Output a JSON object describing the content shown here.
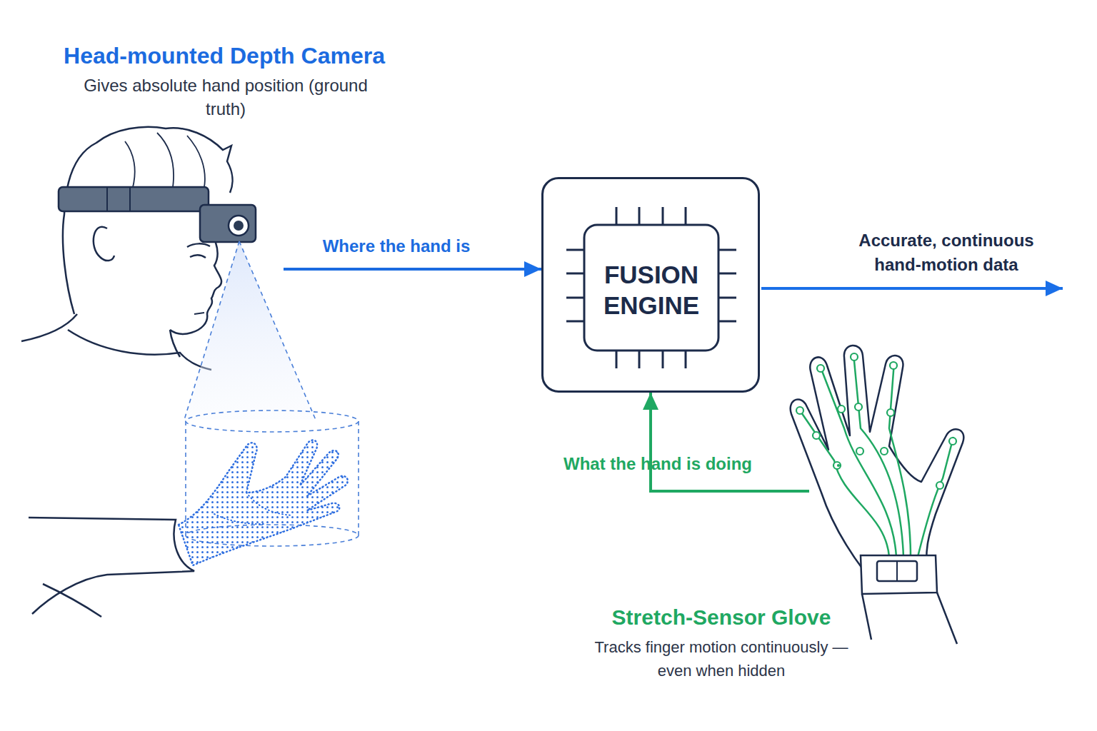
{
  "diagram": {
    "nodes": [
      {
        "text": [
          "Head-mounted Depth Camera",
          "Gives absolute hand position (ground truth)"
        ]
      },
      {
        "text": [
          "FUSION ENGINE"
        ]
      },
      {
        "text": [
          "Stretch-Sensor Glove",
          "Tracks finger motion continuously — even when hidden"
        ]
      }
    ],
    "edges": [
      {
        "from": 0,
        "to": 1,
        "arrow": "to",
        "label": "Where the hand is"
      },
      {
        "from": 2,
        "to": 1,
        "arrow": "to",
        "label": "What the hand is doing"
      }
    ],
    "labels": [
      "Accurate, continuous hand-motion data"
    ]
  }
}
